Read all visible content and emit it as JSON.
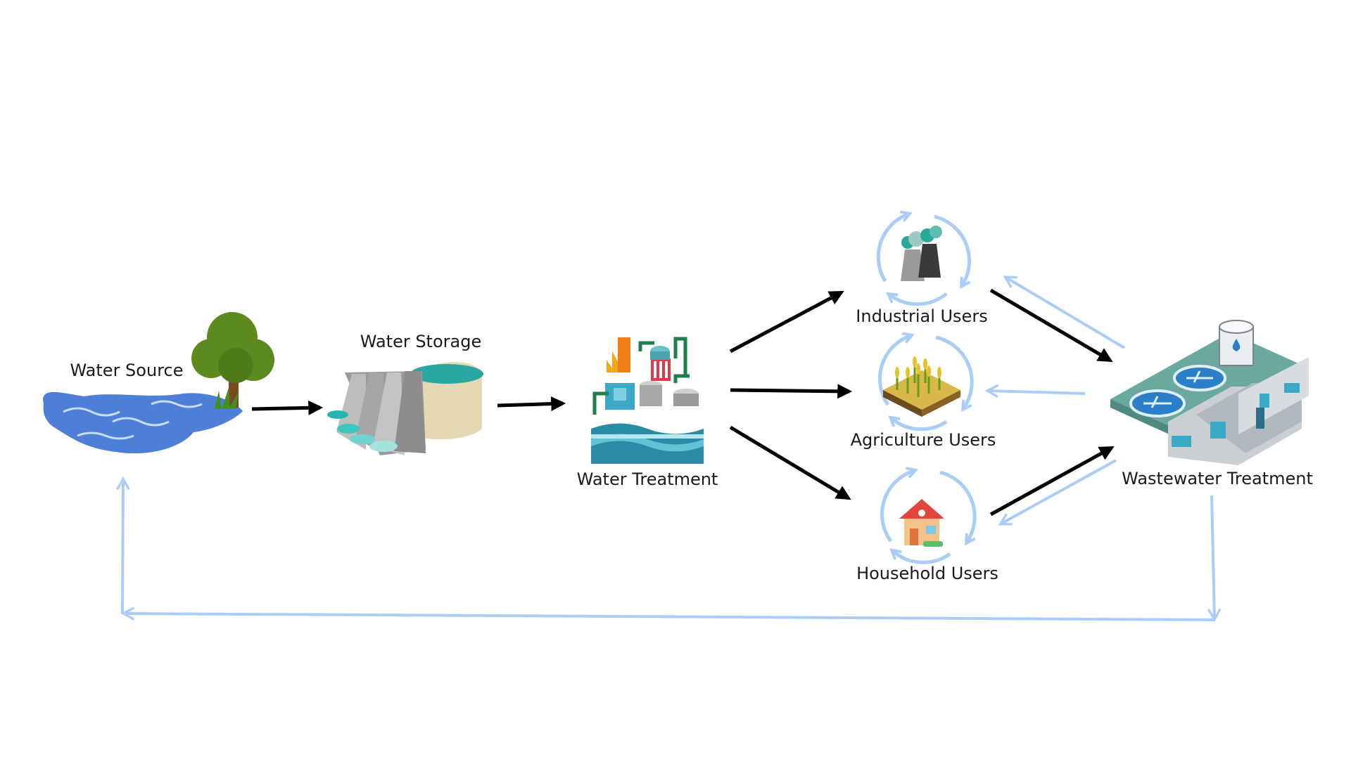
{
  "nodes": {
    "water_source": "Water Source",
    "water_storage": "Water Storage",
    "water_treatment": "Water Treatment",
    "industrial_users": "Industrial Users",
    "agriculture_users": "Agriculture Users",
    "household_users": "Household Users",
    "wastewater_treatment": "Wastewater Treatment"
  },
  "colors": {
    "flow_arrow": "#000000",
    "return_arrow": "#a9cdf7",
    "water": "#4d7fd6",
    "tree": "#5d8a1f"
  },
  "icons": {
    "water_source": "lake-with-tree-icon",
    "water_storage": "dam-icon",
    "water_treatment": "treatment-plant-icon",
    "industrial_users": "factory-chimneys-icon",
    "agriculture_users": "crop-field-icon",
    "household_users": "house-icon",
    "wastewater_treatment": "wastewater-plant-icon",
    "cycle": "recycle-arrows-icon"
  }
}
